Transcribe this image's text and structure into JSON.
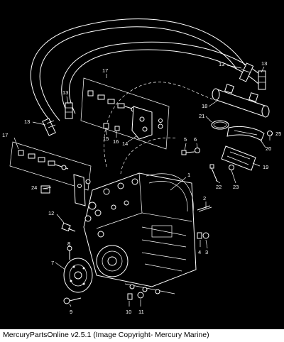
{
  "diagram": {
    "callouts": {
      "c1": "1",
      "c2": "2",
      "c3": "3",
      "c4": "4",
      "c5": "5",
      "c6": "6",
      "c7": "7",
      "c8": "8",
      "c9": "9",
      "c10": "10",
      "c11": "11",
      "c12": "12",
      "c13a": "13",
      "c13b": "13",
      "c13c": "13",
      "c13d": "13",
      "c14": "14",
      "c15": "15",
      "c16": "16",
      "c17a": "17",
      "c17b": "17",
      "c18": "18",
      "c19": "19",
      "c20": "20",
      "c21": "21",
      "c22": "22",
      "c23": "23",
      "c24": "24",
      "c25": "25"
    }
  },
  "footer": {
    "caption": "MercuryPartsOnline v2.5.1 (Image Copyright- Mercury Marine)"
  },
  "colors": {
    "background": "#000000",
    "line": "#ffffff",
    "caption_bar": "#ffffff"
  }
}
